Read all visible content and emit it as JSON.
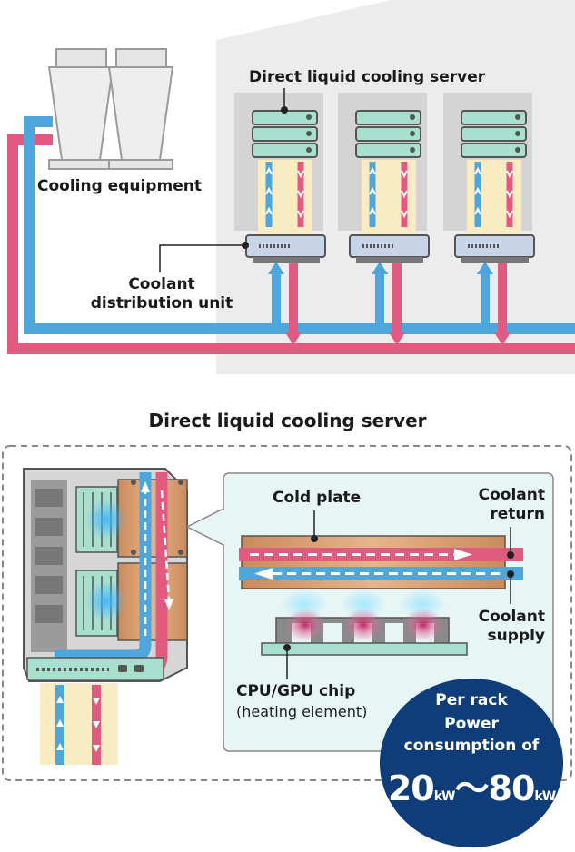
{
  "top": {
    "title": "Direct liquid cooling server",
    "cooling_equipment": "Cooling equipment",
    "cdu_line1": "Coolant",
    "cdu_line2": "distribution unit"
  },
  "bottom": {
    "title": "Direct liquid cooling server",
    "cold_plate": "Cold plate",
    "coolant_return_line1": "Coolant",
    "coolant_return_line2": "return",
    "coolant_supply_line1": "Coolant",
    "coolant_supply_line2": "supply",
    "chip_line1": "CPU/GPU chip",
    "chip_line2": "(heating element)"
  },
  "badge": {
    "line1": "Per rack",
    "line2": "Power",
    "line3": "consumption of",
    "value_min": "20",
    "unit_min": "kW",
    "separator": "～",
    "value_max": "80",
    "unit_max": "kW"
  },
  "colors": {
    "supply_blue": "#4da6dc",
    "return_pink": "#e15b81",
    "badge_navy": "#0f3d7a",
    "server_mint": "#a8e0cf",
    "building_gray": "#ececec",
    "cold_plate_copper": "#d9a57b"
  }
}
